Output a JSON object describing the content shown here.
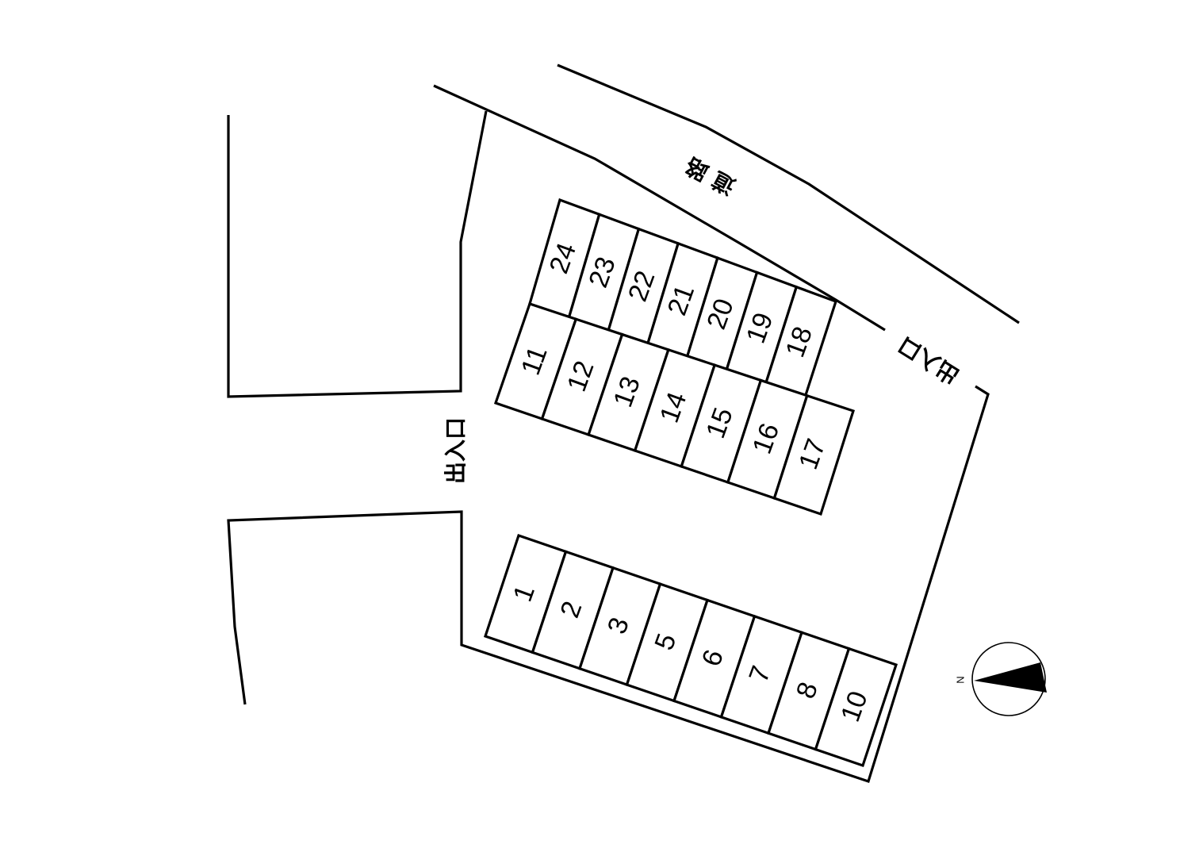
{
  "labels": {
    "road": "道路",
    "entrance_west": "出入口",
    "entrance_east": "出入口"
  },
  "compass": {
    "north_label": "N"
  },
  "stalls": {
    "top_row": [
      "24",
      "23",
      "22",
      "21",
      "20",
      "19",
      "18"
    ],
    "middle_row": [
      "11",
      "12",
      "13",
      "14",
      "15",
      "16",
      "17"
    ],
    "bottom_row": [
      "1",
      "2",
      "3",
      "5",
      "6",
      "7",
      "8",
      "10"
    ]
  }
}
